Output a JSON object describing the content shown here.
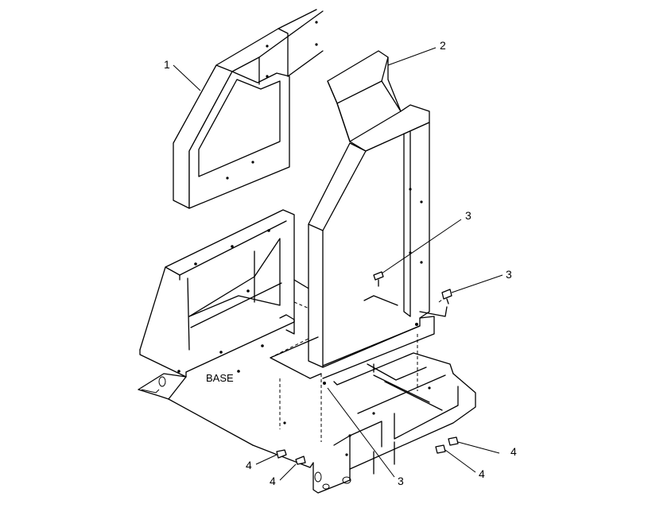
{
  "diagram": {
    "callouts": [
      {
        "id": "c1",
        "label": "1"
      },
      {
        "id": "c2",
        "label": "2"
      },
      {
        "id": "c3a",
        "label": "3"
      },
      {
        "id": "c3b",
        "label": "3"
      },
      {
        "id": "c3c",
        "label": "3"
      },
      {
        "id": "c4a",
        "label": "4"
      },
      {
        "id": "c4b",
        "label": "4"
      },
      {
        "id": "c4c",
        "label": "4"
      },
      {
        "id": "c4d",
        "label": "4"
      }
    ],
    "base_label": "BASE"
  }
}
